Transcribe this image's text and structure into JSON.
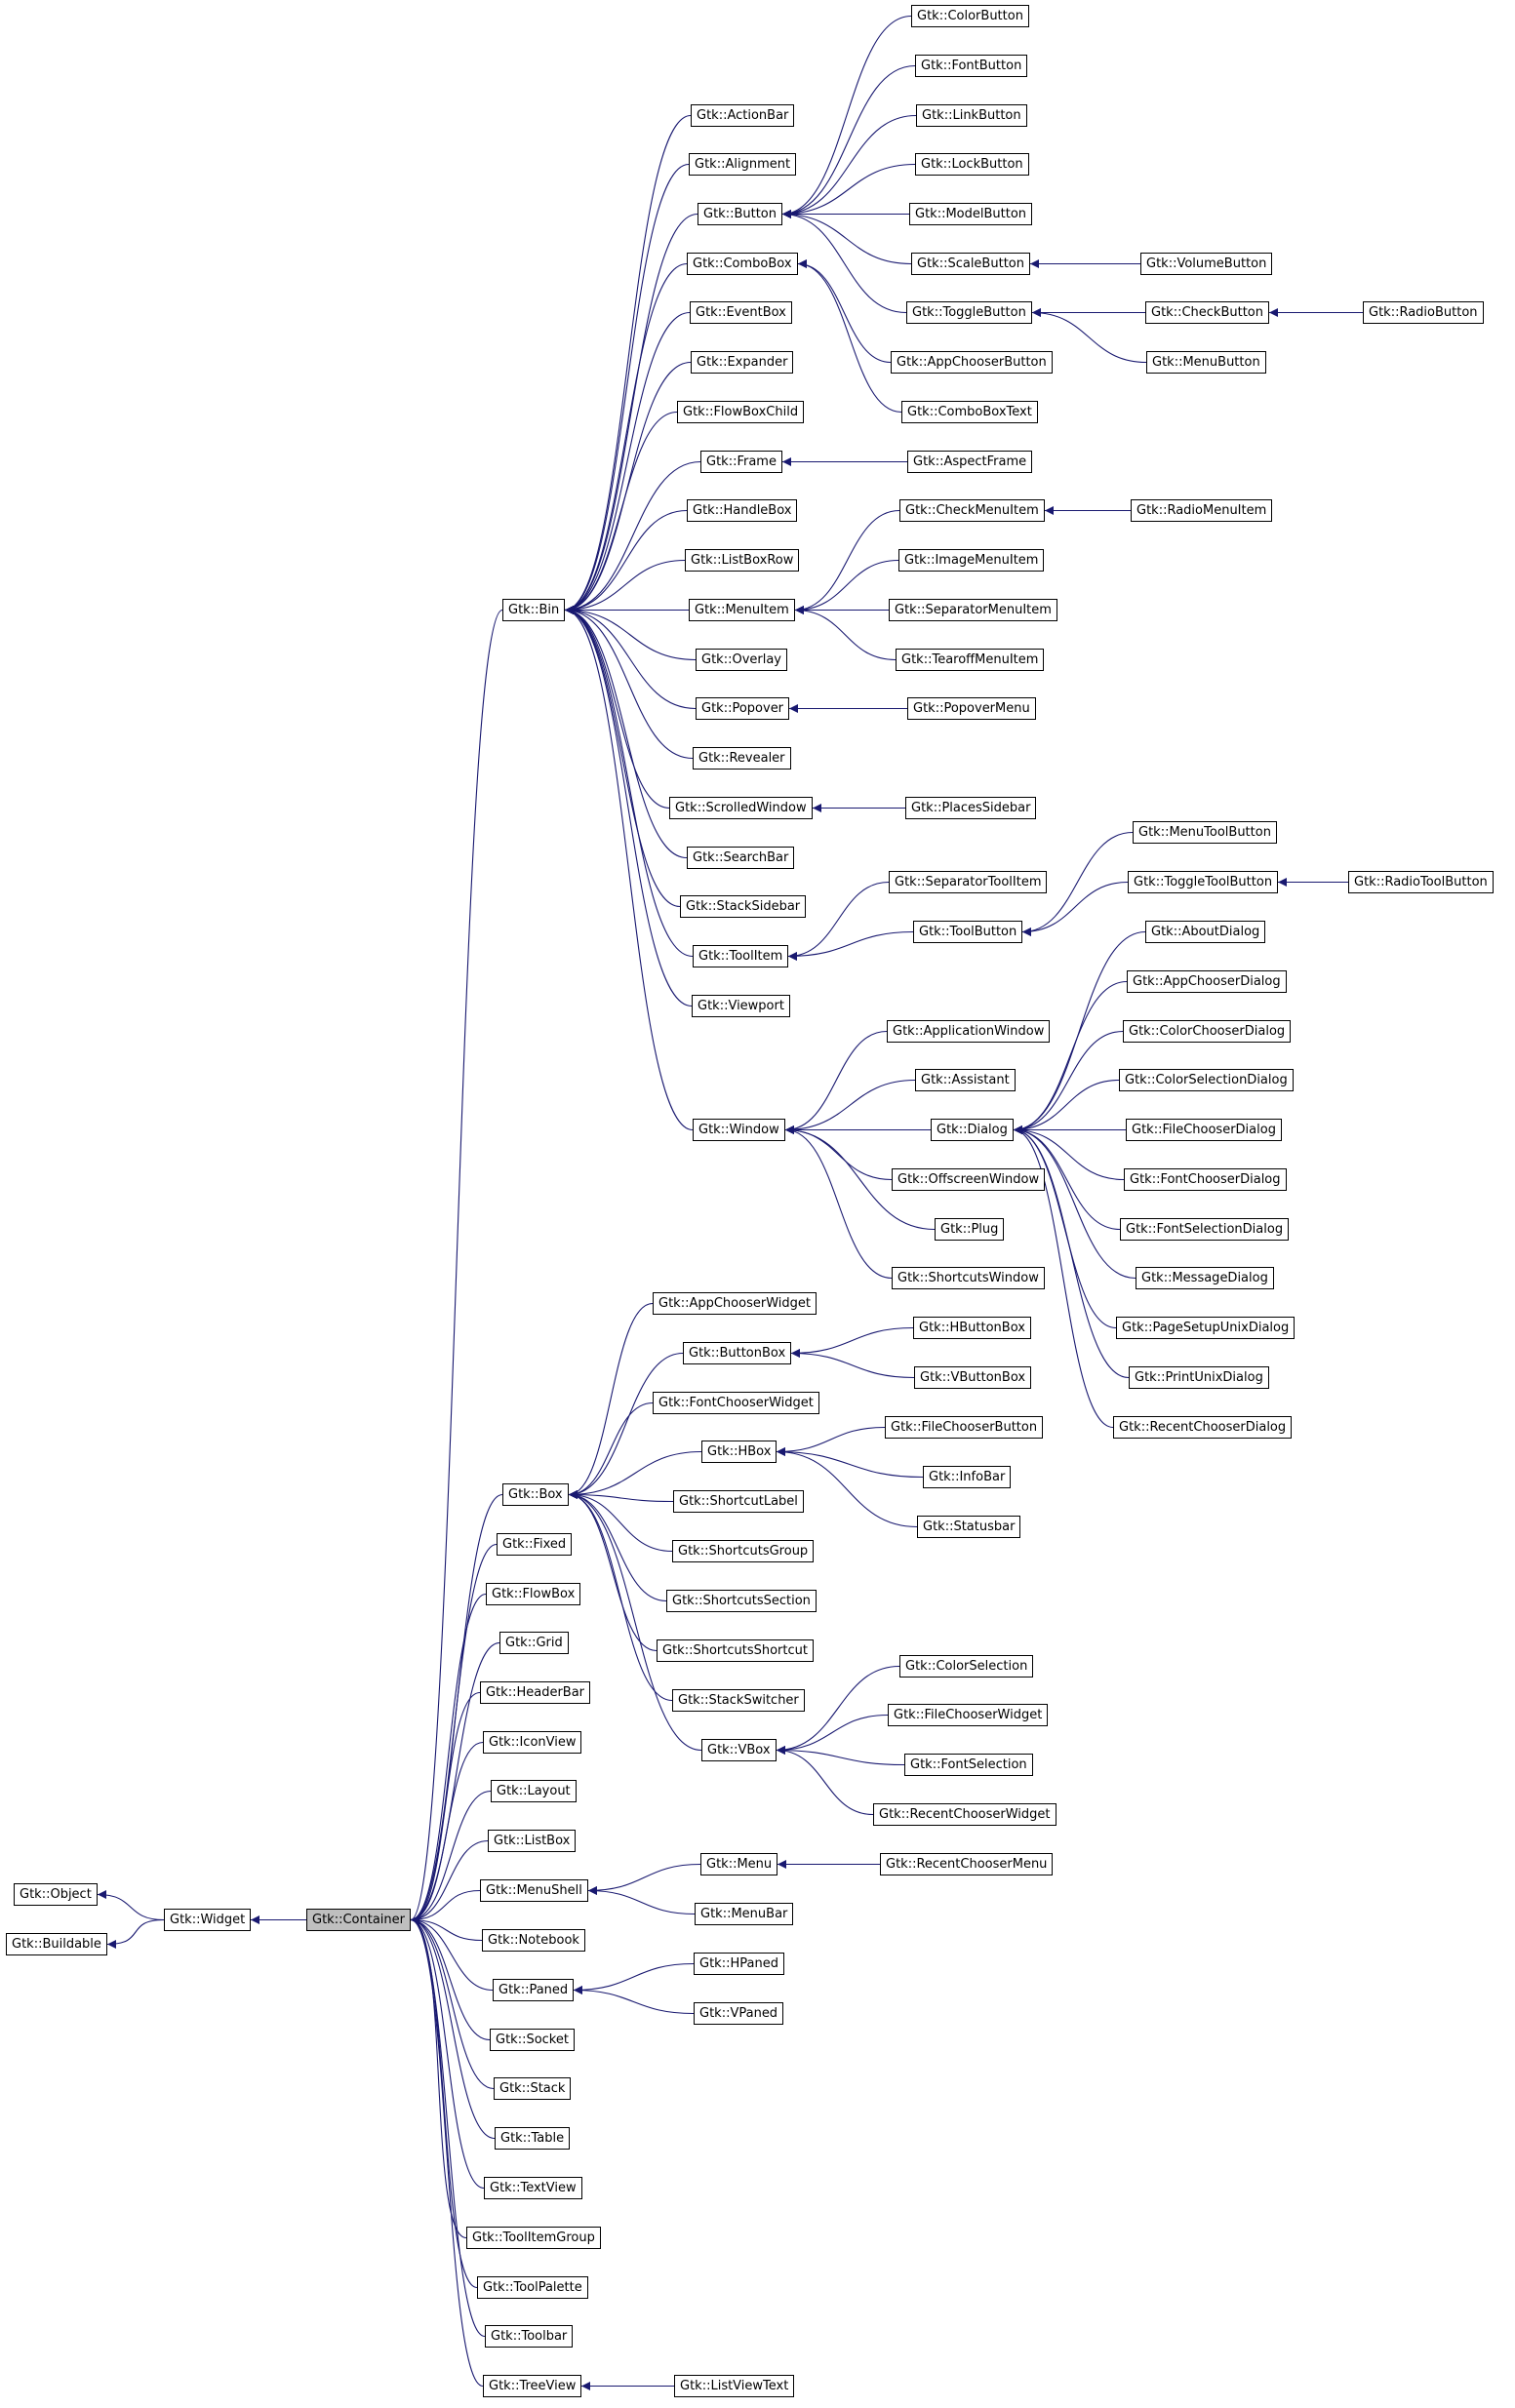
{
  "diagram": {
    "highlighted": "Gtk::Container",
    "colors": {
      "edge": "#191970",
      "node_border": "#000000",
      "node_fill": "#ffffff",
      "highlight_fill": "#bfbfbf"
    },
    "nodes": [
      {
        "id": "n_object",
        "label": "Gtk::Object"
      },
      {
        "id": "n_buildable",
        "label": "Gtk::Buildable"
      },
      {
        "id": "n_widget",
        "label": "Gtk::Widget"
      },
      {
        "id": "n_container",
        "label": "Gtk::Container"
      },
      {
        "id": "n_bin",
        "label": "Gtk::Bin"
      },
      {
        "id": "n_box",
        "label": "Gtk::Box"
      },
      {
        "id": "n_fixed",
        "label": "Gtk::Fixed"
      },
      {
        "id": "n_flowbox",
        "label": "Gtk::FlowBox"
      },
      {
        "id": "n_grid",
        "label": "Gtk::Grid"
      },
      {
        "id": "n_headerbar",
        "label": "Gtk::HeaderBar"
      },
      {
        "id": "n_iconview",
        "label": "Gtk::IconView"
      },
      {
        "id": "n_layout",
        "label": "Gtk::Layout"
      },
      {
        "id": "n_listbox",
        "label": "Gtk::ListBox"
      },
      {
        "id": "n_menushell",
        "label": "Gtk::MenuShell"
      },
      {
        "id": "n_notebook",
        "label": "Gtk::Notebook"
      },
      {
        "id": "n_paned",
        "label": "Gtk::Paned"
      },
      {
        "id": "n_socket",
        "label": "Gtk::Socket"
      },
      {
        "id": "n_stack",
        "label": "Gtk::Stack"
      },
      {
        "id": "n_table",
        "label": "Gtk::Table"
      },
      {
        "id": "n_textview",
        "label": "Gtk::TextView"
      },
      {
        "id": "n_toolitemgroup",
        "label": "Gtk::ToolItemGroup"
      },
      {
        "id": "n_toolpalette",
        "label": "Gtk::ToolPalette"
      },
      {
        "id": "n_toolbar",
        "label": "Gtk::Toolbar"
      },
      {
        "id": "n_treeview",
        "label": "Gtk::TreeView"
      },
      {
        "id": "n_actionbar",
        "label": "Gtk::ActionBar"
      },
      {
        "id": "n_alignment",
        "label": "Gtk::Alignment"
      },
      {
        "id": "n_button",
        "label": "Gtk::Button"
      },
      {
        "id": "n_combobox",
        "label": "Gtk::ComboBox"
      },
      {
        "id": "n_eventbox",
        "label": "Gtk::EventBox"
      },
      {
        "id": "n_expander",
        "label": "Gtk::Expander"
      },
      {
        "id": "n_flowboxchild",
        "label": "Gtk::FlowBoxChild"
      },
      {
        "id": "n_frame",
        "label": "Gtk::Frame"
      },
      {
        "id": "n_handlebox",
        "label": "Gtk::HandleBox"
      },
      {
        "id": "n_listboxrow",
        "label": "Gtk::ListBoxRow"
      },
      {
        "id": "n_menuitem",
        "label": "Gtk::MenuItem"
      },
      {
        "id": "n_overlay",
        "label": "Gtk::Overlay"
      },
      {
        "id": "n_popover",
        "label": "Gtk::Popover"
      },
      {
        "id": "n_revealer",
        "label": "Gtk::Revealer"
      },
      {
        "id": "n_scrolledwindow",
        "label": "Gtk::ScrolledWindow"
      },
      {
        "id": "n_searchbar",
        "label": "Gtk::SearchBar"
      },
      {
        "id": "n_stacksidebar",
        "label": "Gtk::StackSidebar"
      },
      {
        "id": "n_toolitem",
        "label": "Gtk::ToolItem"
      },
      {
        "id": "n_viewport",
        "label": "Gtk::Viewport"
      },
      {
        "id": "n_window",
        "label": "Gtk::Window"
      },
      {
        "id": "n_colorbutton",
        "label": "Gtk::ColorButton"
      },
      {
        "id": "n_fontbutton",
        "label": "Gtk::FontButton"
      },
      {
        "id": "n_linkbutton",
        "label": "Gtk::LinkButton"
      },
      {
        "id": "n_lockbutton",
        "label": "Gtk::LockButton"
      },
      {
        "id": "n_modelbutton",
        "label": "Gtk::ModelButton"
      },
      {
        "id": "n_scalebutton",
        "label": "Gtk::ScaleButton"
      },
      {
        "id": "n_togglebutton",
        "label": "Gtk::ToggleButton"
      },
      {
        "id": "n_appchooserbutton",
        "label": "Gtk::AppChooserButton"
      },
      {
        "id": "n_comboboxtext",
        "label": "Gtk::ComboBoxText"
      },
      {
        "id": "n_aspectframe",
        "label": "Gtk::AspectFrame"
      },
      {
        "id": "n_checkmenuitem",
        "label": "Gtk::CheckMenuItem"
      },
      {
        "id": "n_imagemenuitem",
        "label": "Gtk::ImageMenuItem"
      },
      {
        "id": "n_separatormenuitem",
        "label": "Gtk::SeparatorMenuItem"
      },
      {
        "id": "n_tearoffmenuitem",
        "label": "Gtk::TearoffMenuItem"
      },
      {
        "id": "n_popovermenu",
        "label": "Gtk::PopoverMenu"
      },
      {
        "id": "n_placessidebar",
        "label": "Gtk::PlacesSidebar"
      },
      {
        "id": "n_separatortoolitem",
        "label": "Gtk::SeparatorToolItem"
      },
      {
        "id": "n_toolbutton",
        "label": "Gtk::ToolButton"
      },
      {
        "id": "n_applicationwindow",
        "label": "Gtk::ApplicationWindow"
      },
      {
        "id": "n_assistant",
        "label": "Gtk::Assistant"
      },
      {
        "id": "n_dialog",
        "label": "Gtk::Dialog"
      },
      {
        "id": "n_offscreenwindow",
        "label": "Gtk::OffscreenWindow"
      },
      {
        "id": "n_plug",
        "label": "Gtk::Plug"
      },
      {
        "id": "n_shortcutswindow",
        "label": "Gtk::ShortcutsWindow"
      },
      {
        "id": "n_volumebutton",
        "label": "Gtk::VolumeButton"
      },
      {
        "id": "n_checkbutton",
        "label": "Gtk::CheckButton"
      },
      {
        "id": "n_menubutton",
        "label": "Gtk::MenuButton"
      },
      {
        "id": "n_radiobutton",
        "label": "Gtk::RadioButton"
      },
      {
        "id": "n_radiomenuitem",
        "label": "Gtk::RadioMenuItem"
      },
      {
        "id": "n_menutoolbutton",
        "label": "Gtk::MenuToolButton"
      },
      {
        "id": "n_toggletoolbutton",
        "label": "Gtk::ToggleToolButton"
      },
      {
        "id": "n_radiotoolbutton",
        "label": "Gtk::RadioToolButton"
      },
      {
        "id": "n_aboutdialog",
        "label": "Gtk::AboutDialog"
      },
      {
        "id": "n_appchooserdialog",
        "label": "Gtk::AppChooserDialog"
      },
      {
        "id": "n_colorchooserdialog",
        "label": "Gtk::ColorChooserDialog"
      },
      {
        "id": "n_colorselectiondialog",
        "label": "Gtk::ColorSelectionDialog"
      },
      {
        "id": "n_filechooserdialog",
        "label": "Gtk::FileChooserDialog"
      },
      {
        "id": "n_fontchooserdialog",
        "label": "Gtk::FontChooserDialog"
      },
      {
        "id": "n_fontselectiondialog",
        "label": "Gtk::FontSelectionDialog"
      },
      {
        "id": "n_messagedialog",
        "label": "Gtk::MessageDialog"
      },
      {
        "id": "n_pagesetupunixdialog",
        "label": "Gtk::PageSetupUnixDialog"
      },
      {
        "id": "n_printunixdialog",
        "label": "Gtk::PrintUnixDialog"
      },
      {
        "id": "n_recentchooserdialog",
        "label": "Gtk::RecentChooserDialog"
      },
      {
        "id": "n_appchooserwidget",
        "label": "Gtk::AppChooserWidget"
      },
      {
        "id": "n_buttonbox",
        "label": "Gtk::ButtonBox"
      },
      {
        "id": "n_fontchooserwidget",
        "label": "Gtk::FontChooserWidget"
      },
      {
        "id": "n_hbox",
        "label": "Gtk::HBox"
      },
      {
        "id": "n_shortcutlabel",
        "label": "Gtk::ShortcutLabel"
      },
      {
        "id": "n_shortcutsgroup",
        "label": "Gtk::ShortcutsGroup"
      },
      {
        "id": "n_shortcutssection",
        "label": "Gtk::ShortcutsSection"
      },
      {
        "id": "n_shortcutsshortcut",
        "label": "Gtk::ShortcutsShortcut"
      },
      {
        "id": "n_stackswitcher",
        "label": "Gtk::StackSwitcher"
      },
      {
        "id": "n_vbox",
        "label": "Gtk::VBox"
      },
      {
        "id": "n_hbuttonbox",
        "label": "Gtk::HButtonBox"
      },
      {
        "id": "n_vbuttonbox",
        "label": "Gtk::VButtonBox"
      },
      {
        "id": "n_filechooserbutton",
        "label": "Gtk::FileChooserButton"
      },
      {
        "id": "n_infobar",
        "label": "Gtk::InfoBar"
      },
      {
        "id": "n_statusbar",
        "label": "Gtk::Statusbar"
      },
      {
        "id": "n_colorselection",
        "label": "Gtk::ColorSelection"
      },
      {
        "id": "n_filechooserwidget",
        "label": "Gtk::FileChooserWidget"
      },
      {
        "id": "n_fontselection",
        "label": "Gtk::FontSelection"
      },
      {
        "id": "n_recentchooserwidget",
        "label": "Gtk::RecentChooserWidget"
      },
      {
        "id": "n_menu",
        "label": "Gtk::Menu"
      },
      {
        "id": "n_menubar",
        "label": "Gtk::MenuBar"
      },
      {
        "id": "n_recentchoosermenu",
        "label": "Gtk::RecentChooserMenu"
      },
      {
        "id": "n_hpaned",
        "label": "Gtk::HPaned"
      },
      {
        "id": "n_vpaned",
        "label": "Gtk::VPaned"
      },
      {
        "id": "n_listviewtext",
        "label": "Gtk::ListViewText"
      }
    ],
    "edges": [
      [
        "n_object",
        "n_widget"
      ],
      [
        "n_buildable",
        "n_widget"
      ],
      [
        "n_widget",
        "n_container"
      ],
      [
        "n_container",
        "n_bin"
      ],
      [
        "n_container",
        "n_box"
      ],
      [
        "n_container",
        "n_fixed"
      ],
      [
        "n_container",
        "n_flowbox"
      ],
      [
        "n_container",
        "n_grid"
      ],
      [
        "n_container",
        "n_headerbar"
      ],
      [
        "n_container",
        "n_iconview"
      ],
      [
        "n_container",
        "n_layout"
      ],
      [
        "n_container",
        "n_listbox"
      ],
      [
        "n_container",
        "n_menushell"
      ],
      [
        "n_container",
        "n_notebook"
      ],
      [
        "n_container",
        "n_paned"
      ],
      [
        "n_container",
        "n_socket"
      ],
      [
        "n_container",
        "n_stack"
      ],
      [
        "n_container",
        "n_table"
      ],
      [
        "n_container",
        "n_textview"
      ],
      [
        "n_container",
        "n_toolitemgroup"
      ],
      [
        "n_container",
        "n_toolpalette"
      ],
      [
        "n_container",
        "n_toolbar"
      ],
      [
        "n_container",
        "n_treeview"
      ],
      [
        "n_bin",
        "n_actionbar"
      ],
      [
        "n_bin",
        "n_alignment"
      ],
      [
        "n_bin",
        "n_button"
      ],
      [
        "n_bin",
        "n_combobox"
      ],
      [
        "n_bin",
        "n_eventbox"
      ],
      [
        "n_bin",
        "n_expander"
      ],
      [
        "n_bin",
        "n_flowboxchild"
      ],
      [
        "n_bin",
        "n_frame"
      ],
      [
        "n_bin",
        "n_handlebox"
      ],
      [
        "n_bin",
        "n_listboxrow"
      ],
      [
        "n_bin",
        "n_menuitem"
      ],
      [
        "n_bin",
        "n_overlay"
      ],
      [
        "n_bin",
        "n_popover"
      ],
      [
        "n_bin",
        "n_revealer"
      ],
      [
        "n_bin",
        "n_scrolledwindow"
      ],
      [
        "n_bin",
        "n_searchbar"
      ],
      [
        "n_bin",
        "n_stacksidebar"
      ],
      [
        "n_bin",
        "n_toolitem"
      ],
      [
        "n_bin",
        "n_viewport"
      ],
      [
        "n_bin",
        "n_window"
      ],
      [
        "n_button",
        "n_colorbutton"
      ],
      [
        "n_button",
        "n_fontbutton"
      ],
      [
        "n_button",
        "n_linkbutton"
      ],
      [
        "n_button",
        "n_lockbutton"
      ],
      [
        "n_button",
        "n_modelbutton"
      ],
      [
        "n_button",
        "n_scalebutton"
      ],
      [
        "n_button",
        "n_togglebutton"
      ],
      [
        "n_combobox",
        "n_appchooserbutton"
      ],
      [
        "n_combobox",
        "n_comboboxtext"
      ],
      [
        "n_frame",
        "n_aspectframe"
      ],
      [
        "n_menuitem",
        "n_checkmenuitem"
      ],
      [
        "n_menuitem",
        "n_imagemenuitem"
      ],
      [
        "n_menuitem",
        "n_separatormenuitem"
      ],
      [
        "n_menuitem",
        "n_tearoffmenuitem"
      ],
      [
        "n_popover",
        "n_popovermenu"
      ],
      [
        "n_scrolledwindow",
        "n_placessidebar"
      ],
      [
        "n_toolitem",
        "n_separatortoolitem"
      ],
      [
        "n_toolitem",
        "n_toolbutton"
      ],
      [
        "n_window",
        "n_applicationwindow"
      ],
      [
        "n_window",
        "n_assistant"
      ],
      [
        "n_window",
        "n_dialog"
      ],
      [
        "n_window",
        "n_offscreenwindow"
      ],
      [
        "n_window",
        "n_plug"
      ],
      [
        "n_window",
        "n_shortcutswindow"
      ],
      [
        "n_scalebutton",
        "n_volumebutton"
      ],
      [
        "n_togglebutton",
        "n_checkbutton"
      ],
      [
        "n_togglebutton",
        "n_menubutton"
      ],
      [
        "n_checkbutton",
        "n_radiobutton"
      ],
      [
        "n_checkmenuitem",
        "n_radiomenuitem"
      ],
      [
        "n_toolbutton",
        "n_menutoolbutton"
      ],
      [
        "n_toolbutton",
        "n_toggletoolbutton"
      ],
      [
        "n_toggletoolbutton",
        "n_radiotoolbutton"
      ],
      [
        "n_dialog",
        "n_aboutdialog"
      ],
      [
        "n_dialog",
        "n_appchooserdialog"
      ],
      [
        "n_dialog",
        "n_colorchooserdialog"
      ],
      [
        "n_dialog",
        "n_colorselectiondialog"
      ],
      [
        "n_dialog",
        "n_filechooserdialog"
      ],
      [
        "n_dialog",
        "n_fontchooserdialog"
      ],
      [
        "n_dialog",
        "n_fontselectiondialog"
      ],
      [
        "n_dialog",
        "n_messagedialog"
      ],
      [
        "n_dialog",
        "n_pagesetupunixdialog"
      ],
      [
        "n_dialog",
        "n_printunixdialog"
      ],
      [
        "n_dialog",
        "n_recentchooserdialog"
      ],
      [
        "n_box",
        "n_appchooserwidget"
      ],
      [
        "n_box",
        "n_buttonbox"
      ],
      [
        "n_box",
        "n_fontchooserwidget"
      ],
      [
        "n_box",
        "n_hbox"
      ],
      [
        "n_box",
        "n_shortcutlabel"
      ],
      [
        "n_box",
        "n_shortcutsgroup"
      ],
      [
        "n_box",
        "n_shortcutssection"
      ],
      [
        "n_box",
        "n_shortcutsshortcut"
      ],
      [
        "n_box",
        "n_stackswitcher"
      ],
      [
        "n_box",
        "n_vbox"
      ],
      [
        "n_buttonbox",
        "n_hbuttonbox"
      ],
      [
        "n_buttonbox",
        "n_vbuttonbox"
      ],
      [
        "n_hbox",
        "n_filechooserbutton"
      ],
      [
        "n_hbox",
        "n_infobar"
      ],
      [
        "n_hbox",
        "n_statusbar"
      ],
      [
        "n_vbox",
        "n_colorselection"
      ],
      [
        "n_vbox",
        "n_filechooserwidget"
      ],
      [
        "n_vbox",
        "n_fontselection"
      ],
      [
        "n_vbox",
        "n_recentchooserwidget"
      ],
      [
        "n_menushell",
        "n_menu"
      ],
      [
        "n_menushell",
        "n_menubar"
      ],
      [
        "n_menu",
        "n_recentchoosermenu"
      ],
      [
        "n_paned",
        "n_hpaned"
      ],
      [
        "n_paned",
        "n_vpaned"
      ],
      [
        "n_treeview",
        "n_listviewtext"
      ]
    ]
  }
}
